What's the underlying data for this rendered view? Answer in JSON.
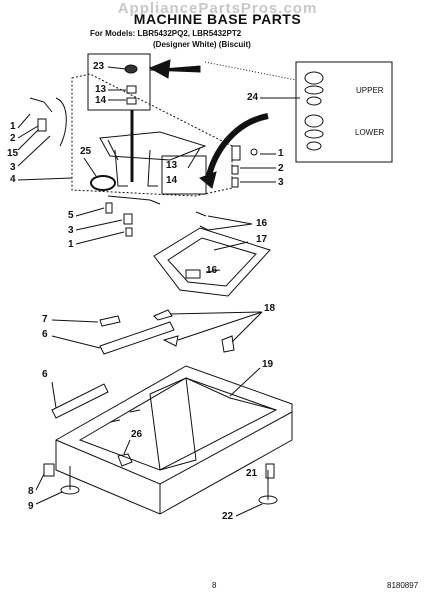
{
  "header": {
    "watermark": "AppliancePartsPros.com",
    "title": "MACHINE BASE PARTS",
    "models": "For Models: LBR5432PQ2, LBR5432PT2",
    "variants": "(Designer White)     (Biscuit)"
  },
  "callouts": {
    "c23": "23",
    "c13a": "13",
    "c14a": "14",
    "c24": "24",
    "c1a": "1",
    "c2a": "2",
    "c15": "15",
    "c3a": "3",
    "c25": "25",
    "c4": "4",
    "c13b": "13",
    "c14b": "14",
    "c1b": "1",
    "c2b": "2",
    "c3b": "3",
    "c5": "5",
    "c3c": "3",
    "c1c": "1",
    "c16a": "16",
    "c17": "17",
    "c16b": "16",
    "c7": "7",
    "c6a": "6",
    "c18": "18",
    "c19": "19",
    "c6b": "6",
    "c26": "26",
    "c8": "8",
    "c9": "9",
    "c21": "21",
    "c22": "22"
  },
  "inset": {
    "upper_label": "UPPER",
    "lower_label": "LOWER"
  },
  "footer": {
    "page_number": "8",
    "doc_number": "8180897"
  }
}
